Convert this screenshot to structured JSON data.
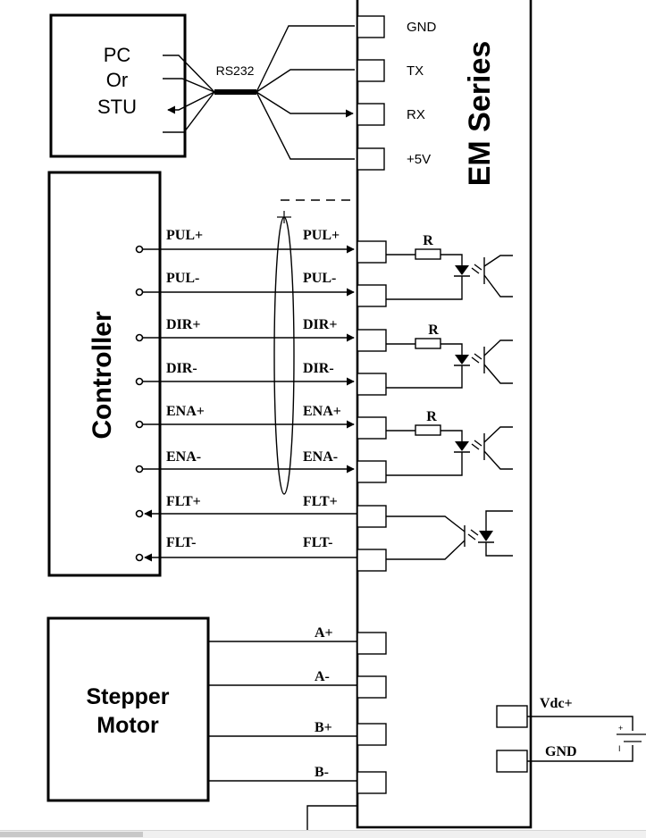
{
  "pc_box": {
    "line1": "PC",
    "line2": "Or",
    "line3": "STU"
  },
  "rs232_label": "RS232",
  "serial_pins": [
    "GND",
    "TX",
    "RX",
    "+5V"
  ],
  "driver_title": "EM Series",
  "controller_label": "Controller",
  "signals": [
    {
      "left": "PUL+",
      "right": "PUL+"
    },
    {
      "left": "PUL-",
      "right": "PUL-"
    },
    {
      "left": "DIR+",
      "right": "DIR+"
    },
    {
      "left": "DIR-",
      "right": "DIR-"
    },
    {
      "left": "ENA+",
      "right": "ENA+"
    },
    {
      "left": "ENA-",
      "right": "ENA-"
    },
    {
      "left": "FLT+",
      "right": "FLT+"
    },
    {
      "left": "FLT-",
      "right": "FLT-"
    }
  ],
  "resistor_label": "R",
  "motor_box": {
    "line1": "Stepper",
    "line2": "Motor"
  },
  "motor_pins": [
    "A+",
    "A-",
    "B+",
    "B-"
  ],
  "power_pins": [
    "Vdc+",
    "GND"
  ],
  "battery_plus": "+",
  "battery_minus": "I"
}
